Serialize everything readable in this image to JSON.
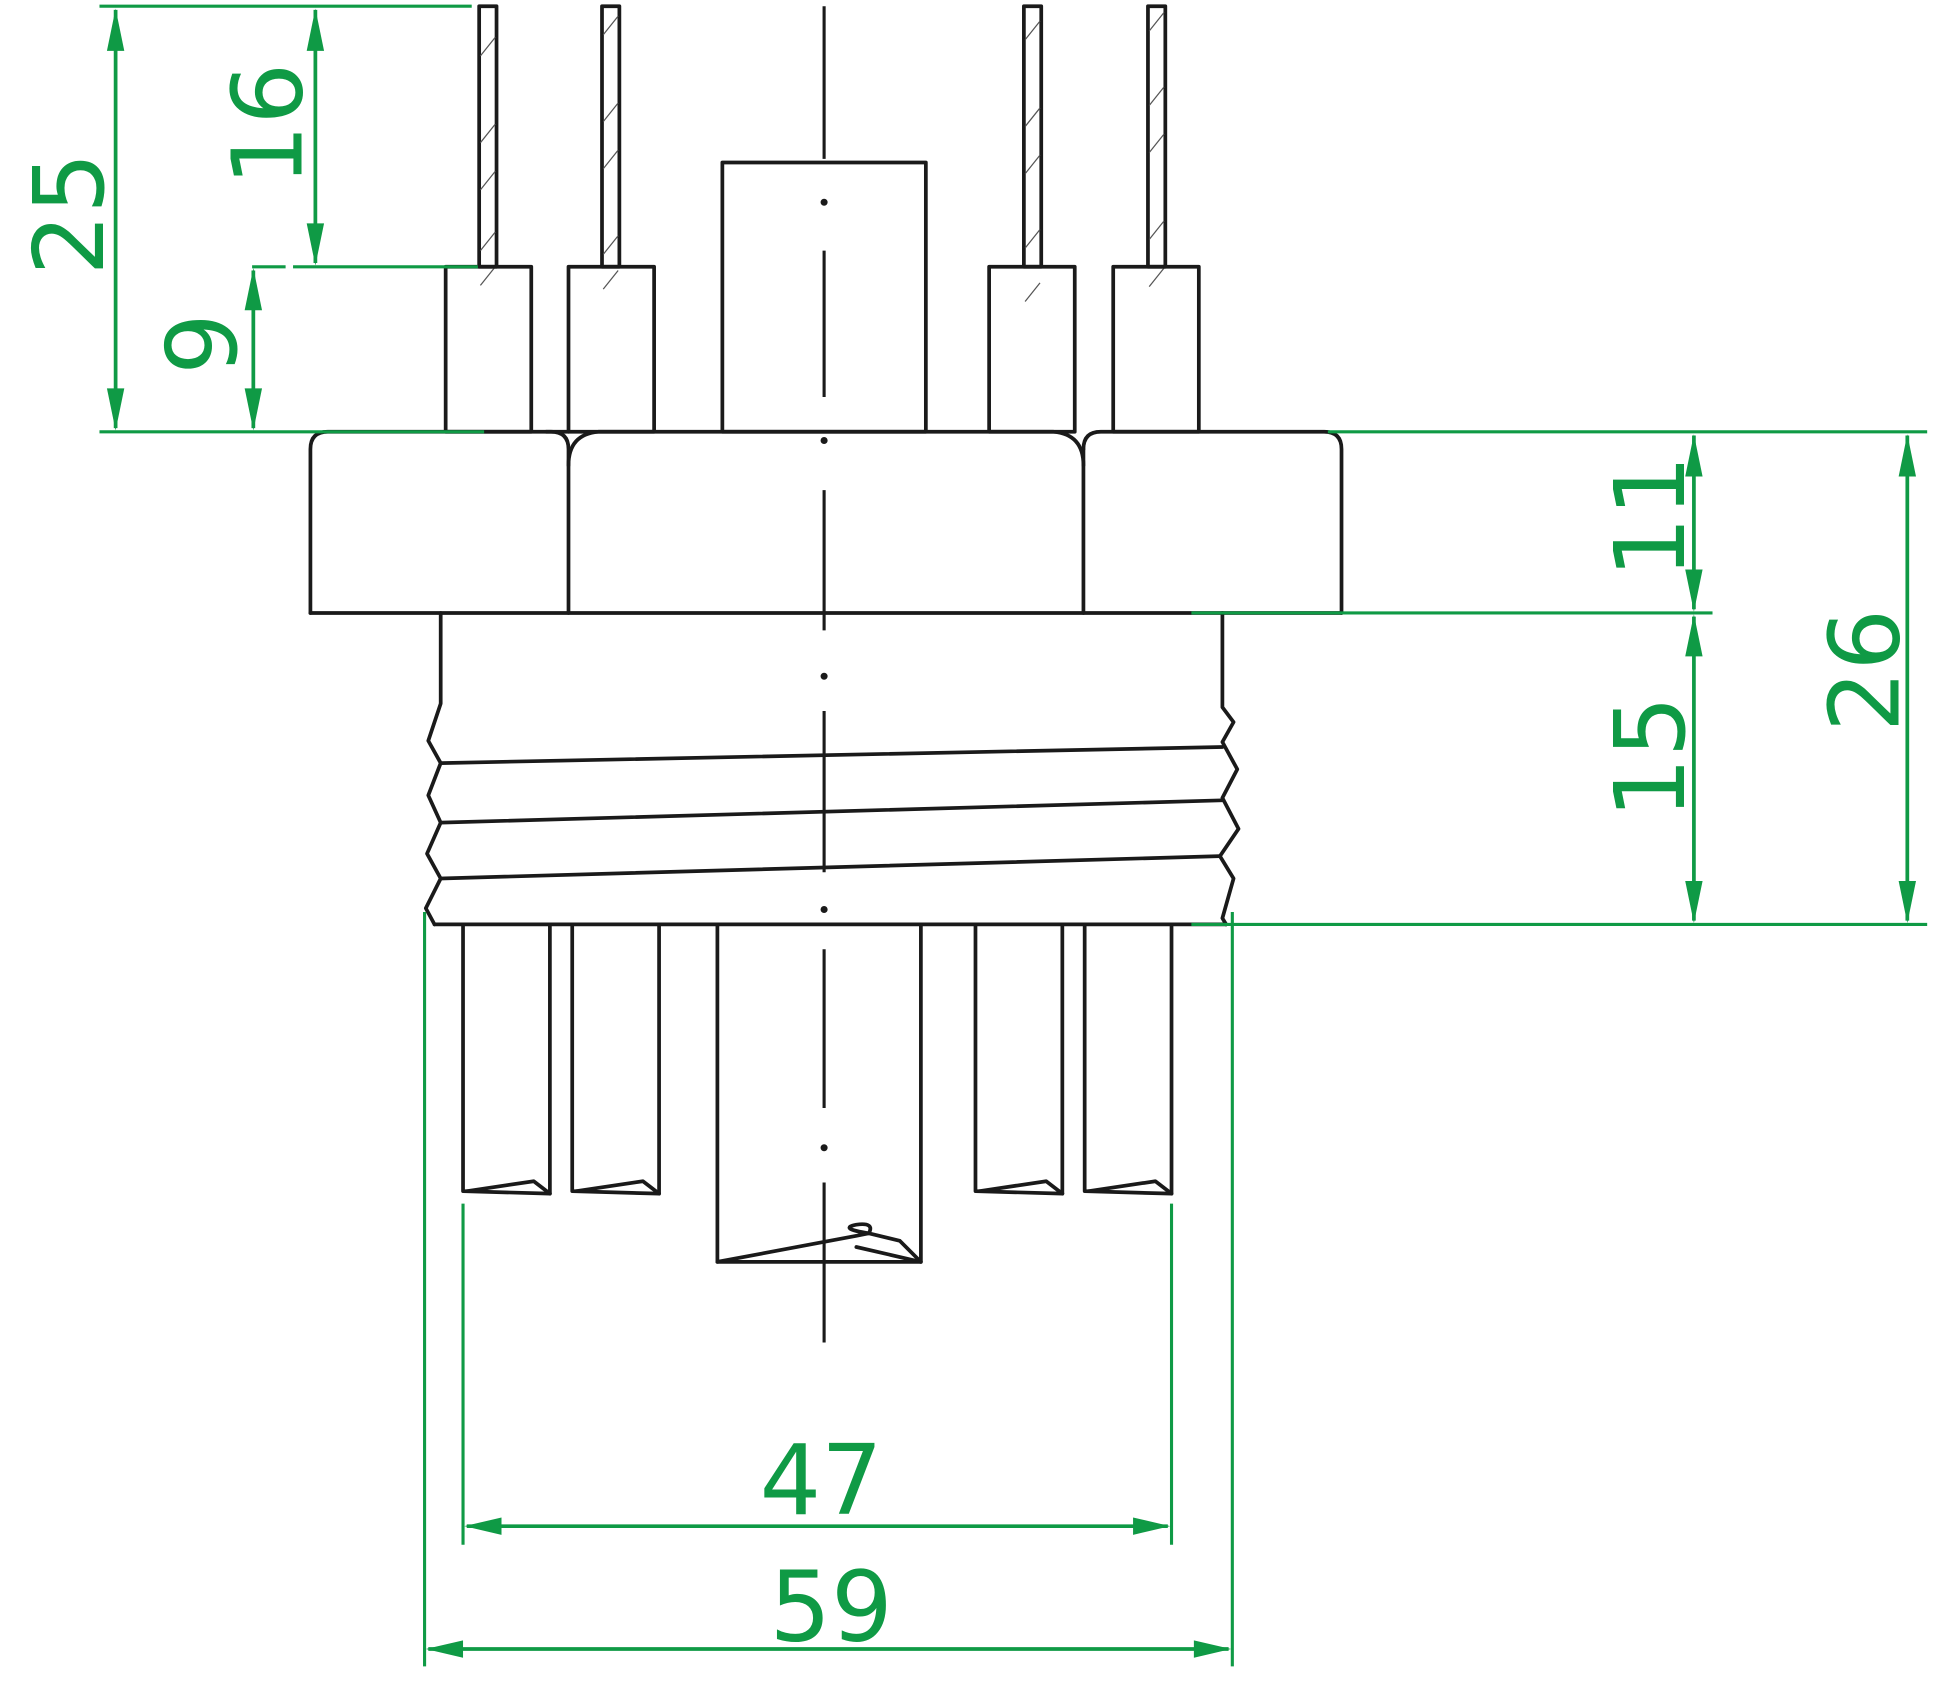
{
  "drawing": {
    "title": "Threaded plug connector – dimension drawing",
    "colors": {
      "outline": "#1a1a1a",
      "dimension": "#0f9a45",
      "background": "#ffffff"
    },
    "dimensions": {
      "pin_total_height": "25",
      "pin_exposed_height": "16",
      "pin_sleeve_height": "9",
      "hex_height": "11",
      "thread_height": "15",
      "body_total_height": "26",
      "pin_span_width": "47",
      "thread_outer_width": "59"
    }
  }
}
